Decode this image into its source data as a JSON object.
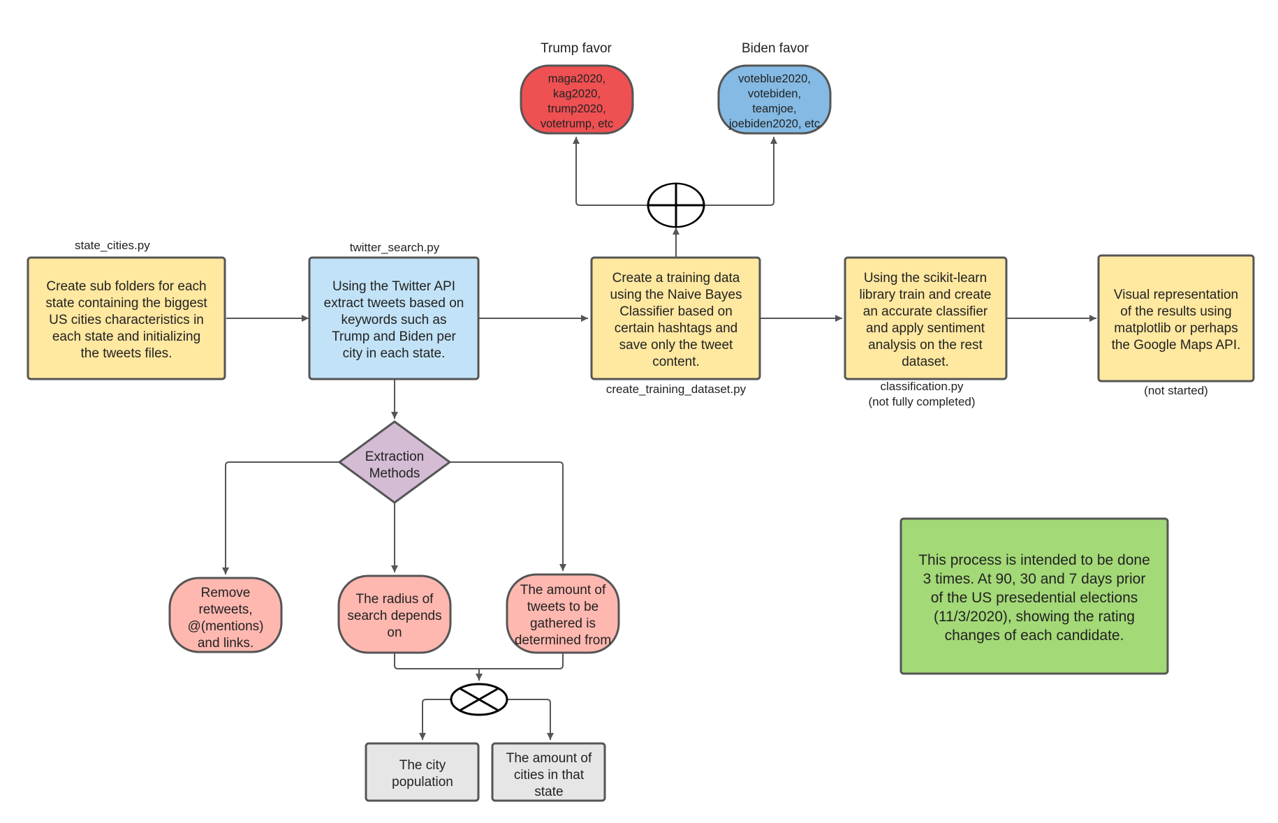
{
  "colors": {
    "yellow": "#FFE8A0",
    "blue": "#C2E3F7",
    "red": "#EF5052",
    "light_blue": "#84BAE4",
    "purple": "#D3BCD4",
    "pink": "#FFB8B0",
    "gray": "#E6E6E6",
    "green": "#A3D977",
    "stroke": "#555555"
  },
  "captions": {
    "state_cities": "state_cities.py",
    "twitter_search": "twitter_search.py",
    "create_training": "create_training_dataset.py",
    "classification_1": "classification.py",
    "classification_2": "(not fully completed)",
    "not_started": "(not started)",
    "trump_favor": "Trump favor",
    "biden_favor": "Biden favor"
  },
  "nodes": {
    "state_cities": [
      "Create sub folders for each",
      "state containing the biggest",
      "US cities characteristics in",
      "each state and initializing",
      "the tweets files."
    ],
    "twitter_search": [
      "Using the Twitter API",
      "extract tweets based on",
      "keywords such as",
      "Trump and Biden per",
      "city in each state."
    ],
    "training": [
      "Create a training data",
      "using the Naive Bayes",
      "Classifier based on",
      "certain hashtags and",
      "save only the tweet",
      "content."
    ],
    "classification": [
      "Using the scikit-learn",
      "library train and create",
      "an accurate classifier",
      "and apply sentiment",
      "analysis on the rest",
      "dataset."
    ],
    "visual": [
      "Visual representation",
      "of the results using",
      "matplotlib or perhaps",
      "the Google Maps API."
    ],
    "trump_tags": [
      "maga2020,",
      "kag2020,",
      "trump2020,",
      "votetrump, etc"
    ],
    "biden_tags": [
      "voteblue2020,",
      "votebiden,",
      "teamjoe,",
      "joebiden2020, etc"
    ],
    "extraction": [
      "Extraction",
      "Methods"
    ],
    "remove": [
      "Remove",
      "retweets,",
      "@(mentions)",
      "and links."
    ],
    "radius": [
      "The radius of",
      "search depends",
      "on"
    ],
    "amount": [
      "The amount of",
      "tweets to be",
      "gathered is",
      "determined from"
    ],
    "population": [
      "The city",
      "population"
    ],
    "cities_count": [
      "The amount of",
      "cities in that",
      "state"
    ],
    "note": [
      "This process is intended to be done",
      "3 times. At 90, 30 and 7 days prior",
      "of the US presedential elections",
      "(11/3/2020),  showing the rating",
      "changes of each candidate."
    ]
  }
}
